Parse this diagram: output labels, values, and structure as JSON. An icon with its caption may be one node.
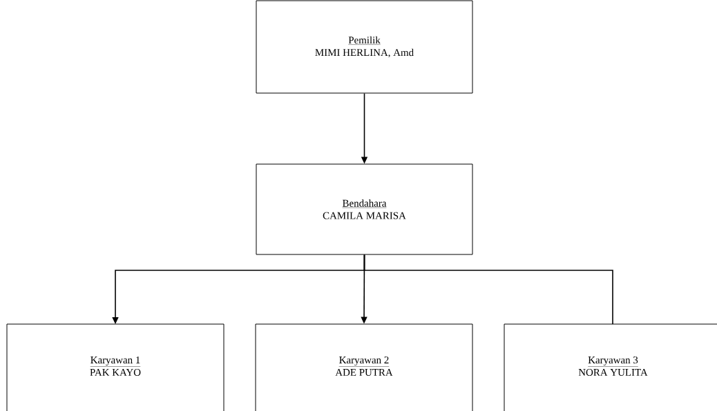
{
  "diagram": {
    "nodes": [
      {
        "text": [
          "Pemilik",
          "MIMI HERLINA, Amd"
        ]
      },
      {
        "text": [
          "Bendahara",
          "CAMILA MARISA"
        ]
      },
      {
        "text": [
          "Karyawan 1",
          "PAK KAYO"
        ]
      },
      {
        "text": [
          "Karyawan 2",
          "ADE PUTRA"
        ]
      },
      {
        "text": [
          "Karyawan 3",
          "NORA YULITA"
        ]
      }
    ],
    "edges": [
      {
        "from": 0,
        "to": 1,
        "arrow": "to"
      },
      {
        "from": 1,
        "to": 2,
        "arrow": "to"
      },
      {
        "from": 1,
        "to": 3,
        "arrow": "to"
      },
      {
        "from": 1,
        "to": 4,
        "arrow": "none"
      }
    ]
  }
}
